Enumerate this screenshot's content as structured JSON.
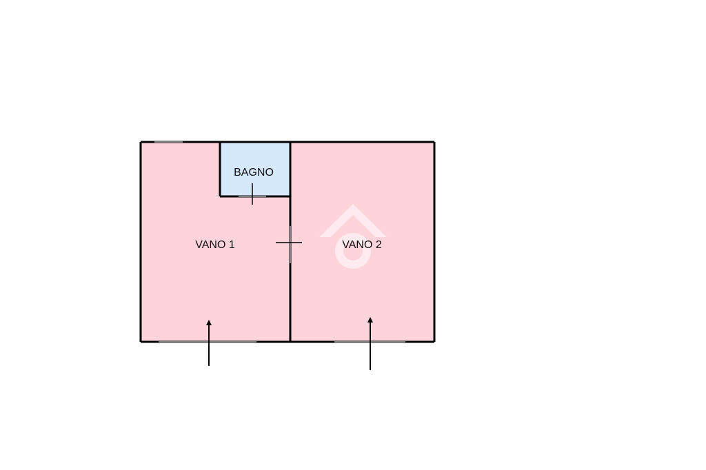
{
  "colors": {
    "room_fill": "#fdd3dc",
    "bathroom_fill": "#d6e8fb",
    "wall": "#000000",
    "background": "#ffffff",
    "watermark": "#ffffff"
  },
  "rooms": {
    "vano1": {
      "label": "VANO 1"
    },
    "vano2": {
      "label": "VANO 2"
    },
    "bagno": {
      "label": "BAGNO"
    }
  },
  "icons": {
    "watermark": "house-logo-icon",
    "entry_arrow": "arrow-up-icon",
    "door_marker": "door-cross-icon"
  }
}
